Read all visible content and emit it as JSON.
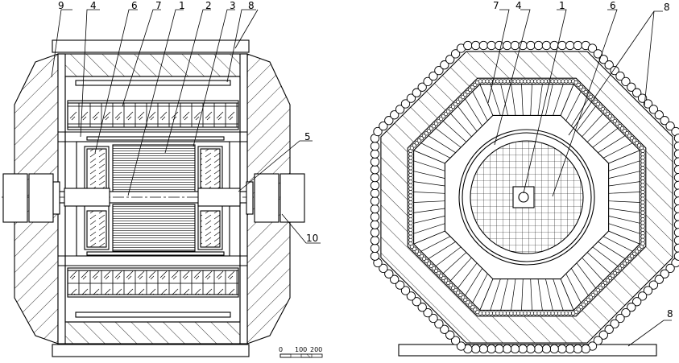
{
  "left_view": {
    "labels": [
      {
        "id": "l9",
        "text": "9"
      },
      {
        "id": "l4",
        "text": "4"
      },
      {
        "id": "l6",
        "text": "6"
      },
      {
        "id": "l7",
        "text": "7"
      },
      {
        "id": "l1",
        "text": "1"
      },
      {
        "id": "l2",
        "text": "2"
      },
      {
        "id": "l3",
        "text": "3"
      },
      {
        "id": "l8",
        "text": "8"
      },
      {
        "id": "l5",
        "text": "5"
      },
      {
        "id": "l10",
        "text": "10"
      }
    ],
    "scale_bar": {
      "t0": "0",
      "t1": "100",
      "t2": "200"
    }
  },
  "right_view": {
    "labels": [
      {
        "id": "r7",
        "text": "7"
      },
      {
        "id": "r4",
        "text": "4"
      },
      {
        "id": "r1",
        "text": "1"
      },
      {
        "id": "r6",
        "text": "6"
      },
      {
        "id": "r8",
        "text": "8"
      },
      {
        "id": "r8b",
        "text": "8"
      }
    ]
  },
  "colors": {
    "line": "#000000",
    "background": "#ffffff"
  }
}
